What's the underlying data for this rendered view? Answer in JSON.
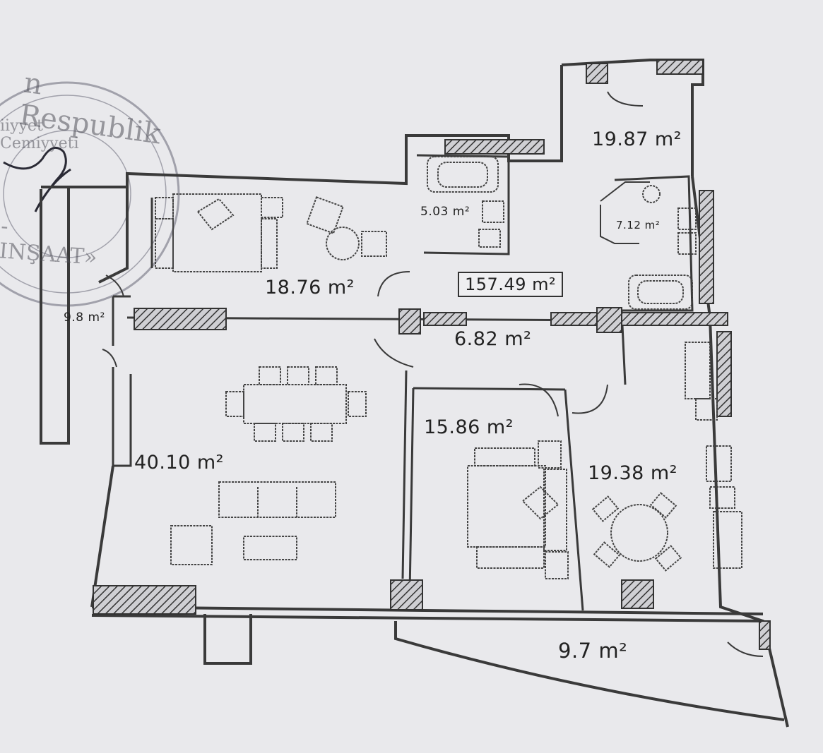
{
  "stamp": {
    "text_top": "n Respublik",
    "text_mid": "iiyyet Cemiyyeti",
    "text_bottom": "-INŞAAT»"
  },
  "plan": {
    "total_area": "157.49 m²",
    "rooms": [
      {
        "id": "entrance",
        "area": "19.87 m²"
      },
      {
        "id": "bath-1",
        "area": "5.03 m²"
      },
      {
        "id": "bath-2",
        "area": "7.12 m²"
      },
      {
        "id": "bedroom-1",
        "area": "18.76 m²"
      },
      {
        "id": "closet",
        "area": "9.8 m²"
      },
      {
        "id": "hall",
        "area": "6.82 m²"
      },
      {
        "id": "living",
        "area": "40.10 m²"
      },
      {
        "id": "bedroom-2",
        "area": "15.86 m²"
      },
      {
        "id": "kitchen",
        "area": "19.38 m²"
      },
      {
        "id": "balcony",
        "area": "9.7 m²"
      }
    ]
  },
  "colors": {
    "ink": "#3a3a3a",
    "paper": "#e9e9ec",
    "stamp": "#8a8a96"
  }
}
